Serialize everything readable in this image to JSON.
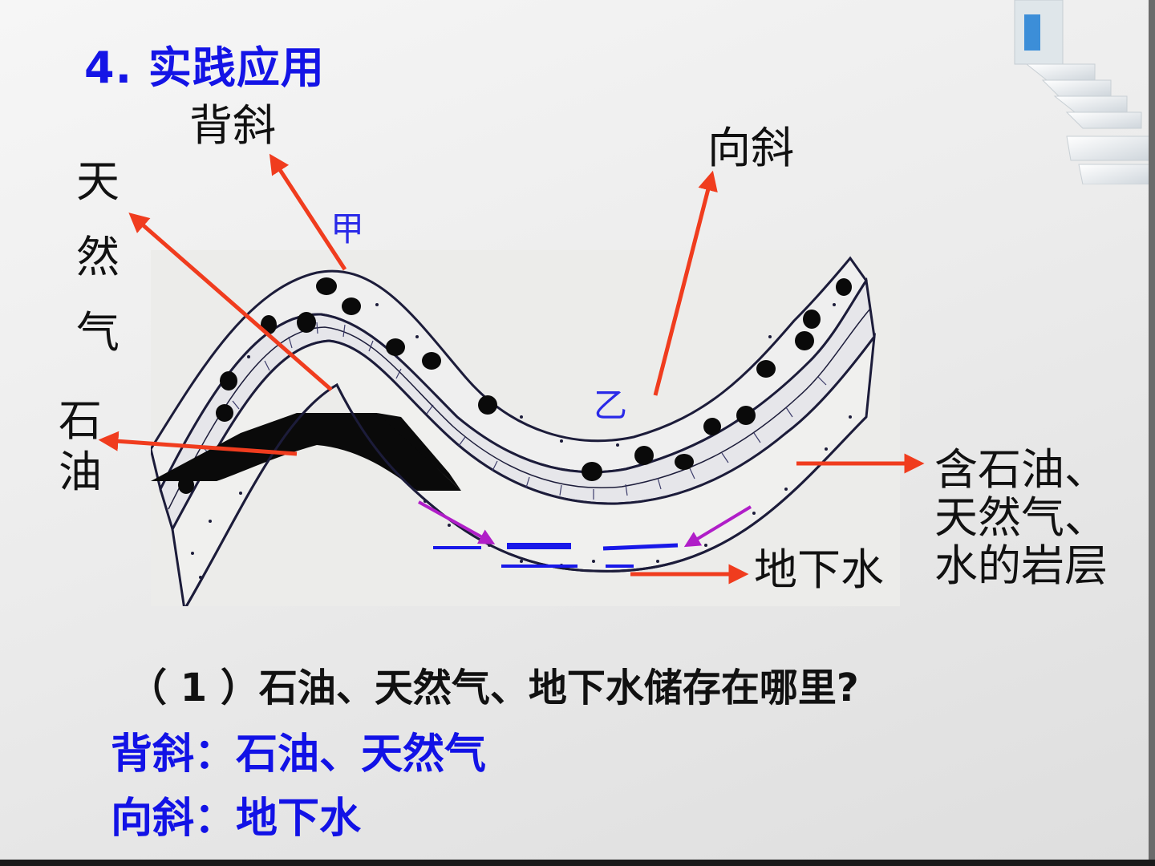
{
  "heading": "4. 实践应用",
  "labels": {
    "anticline": "背斜",
    "syncline": "向斜",
    "jia": "甲",
    "yi": "乙",
    "gas": [
      "天",
      "然",
      "气"
    ],
    "oil": [
      "石",
      "油"
    ],
    "groundwater": "地下水",
    "rock_layer": [
      "含石油、",
      "天然气、",
      "水的岩层"
    ]
  },
  "question": "（ 1 ）石油、天然气、地下水储存在哪里?",
  "answers": [
    "背斜：石油、天然气",
    "向斜：地下水"
  ],
  "colors": {
    "heading": "#1414e6",
    "arrow": "#f03c1e",
    "water": "#1818e8",
    "flow": "#b01ec8",
    "ink": "#1c1c3a",
    "paper": "#ececec"
  }
}
